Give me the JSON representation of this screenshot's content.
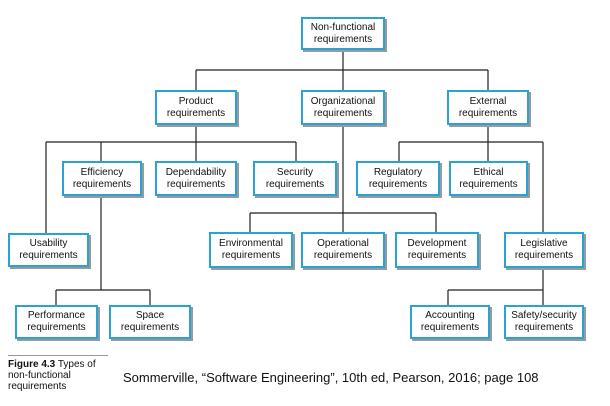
{
  "nodes": {
    "non_functional": "Non-functional\nrequirements",
    "product": "Product\nrequirements",
    "organizational": "Organizational\nrequirements",
    "external": "External\nrequirements",
    "efficiency": "Efficiency\nrequirements",
    "dependability": "Dependability\nrequirements",
    "security": "Security\nrequirements",
    "regulatory": "Regulatory\nrequirements",
    "ethical": "Ethical\nrequirements",
    "usability": "Usability\nrequirements",
    "environmental": "Environmental\nrequirements",
    "operational": "Operational\nrequirements",
    "development": "Development\nrequirements",
    "legislative": "Legislative\nrequirements",
    "performance": "Performance\nrequirements",
    "space": "Space\nrequirements",
    "accounting": "Accounting\nrequirements",
    "safety_security": "Safety/security\nrequirements"
  },
  "caption": {
    "label": "Figure 4.3",
    "text": " Types of non-functional requirements"
  },
  "citation": "Sommerville, “Software Engineering”, 10th ed, Pearson, 2016; page 108",
  "colors": {
    "box_border": "#29a3d6",
    "connector": "#222222"
  }
}
